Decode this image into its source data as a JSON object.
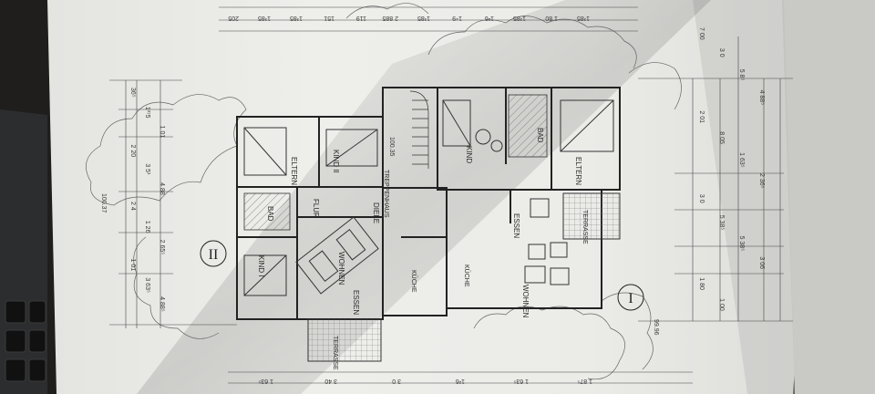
{
  "photo": {
    "subject": "architectural floor plan printed on paper, photographed at an angle",
    "paper_color": "#ebebe8",
    "shadow_color": "#cfcfcc",
    "background_color": "#1f1e1c",
    "line_color": "#2b2b2b"
  },
  "plan": {
    "unit_left": "II",
    "unit_right": "I",
    "rooms": {
      "eltern_left": "ELTERN",
      "kind2": "KIND II",
      "treppenhaus": "TREPPENHAUS",
      "bad_left": "BAD",
      "flur": "FLUR",
      "diele": "DIELE",
      "kind1": "KIND I",
      "wohnen_left": "WOHNEN",
      "essen_left": "ESSEN",
      "kueche_left": "KÜCHE",
      "terrasse_left": "TERRASSE",
      "kind_right": "KIND",
      "bad_right": "BAD",
      "eltern_right": "ELTERN",
      "essen_right": "ESSEN",
      "terrasse_right": "TERRASSE",
      "kueche_right": "KÜCHE",
      "wohnen_right": "WOHNEN"
    },
    "dimensions": {
      "top": [
        "205",
        "1³85",
        "1³85",
        "151",
        "119",
        "2 885",
        "1³85",
        "1⁴9",
        "1²6",
        "1³85",
        "1 80",
        "1³85"
      ],
      "left": [
        "36⁵",
        "1³⁷5",
        "1 01",
        "2 20",
        "3 5¹",
        "4 88",
        "2 4",
        "1 26",
        "2 65⁵",
        "1 01",
        "3 63⁵",
        "4 88⁵"
      ],
      "right": [
        "7 00",
        "3 0",
        "5 8⁵",
        "4 88⁵",
        "2 01",
        "8 05",
        "1 63⁵",
        "2 36⁵",
        "3 0",
        "5 38⁵",
        "5 38⁵",
        "3 06",
        "1 80",
        "1 00"
      ],
      "bottom": [
        "1 63⁵",
        "3 40",
        "3 0",
        "1²6",
        "1 63⁵",
        "1 87⁵"
      ],
      "levels": [
        "100.35",
        "99.96",
        "100.37"
      ]
    }
  }
}
